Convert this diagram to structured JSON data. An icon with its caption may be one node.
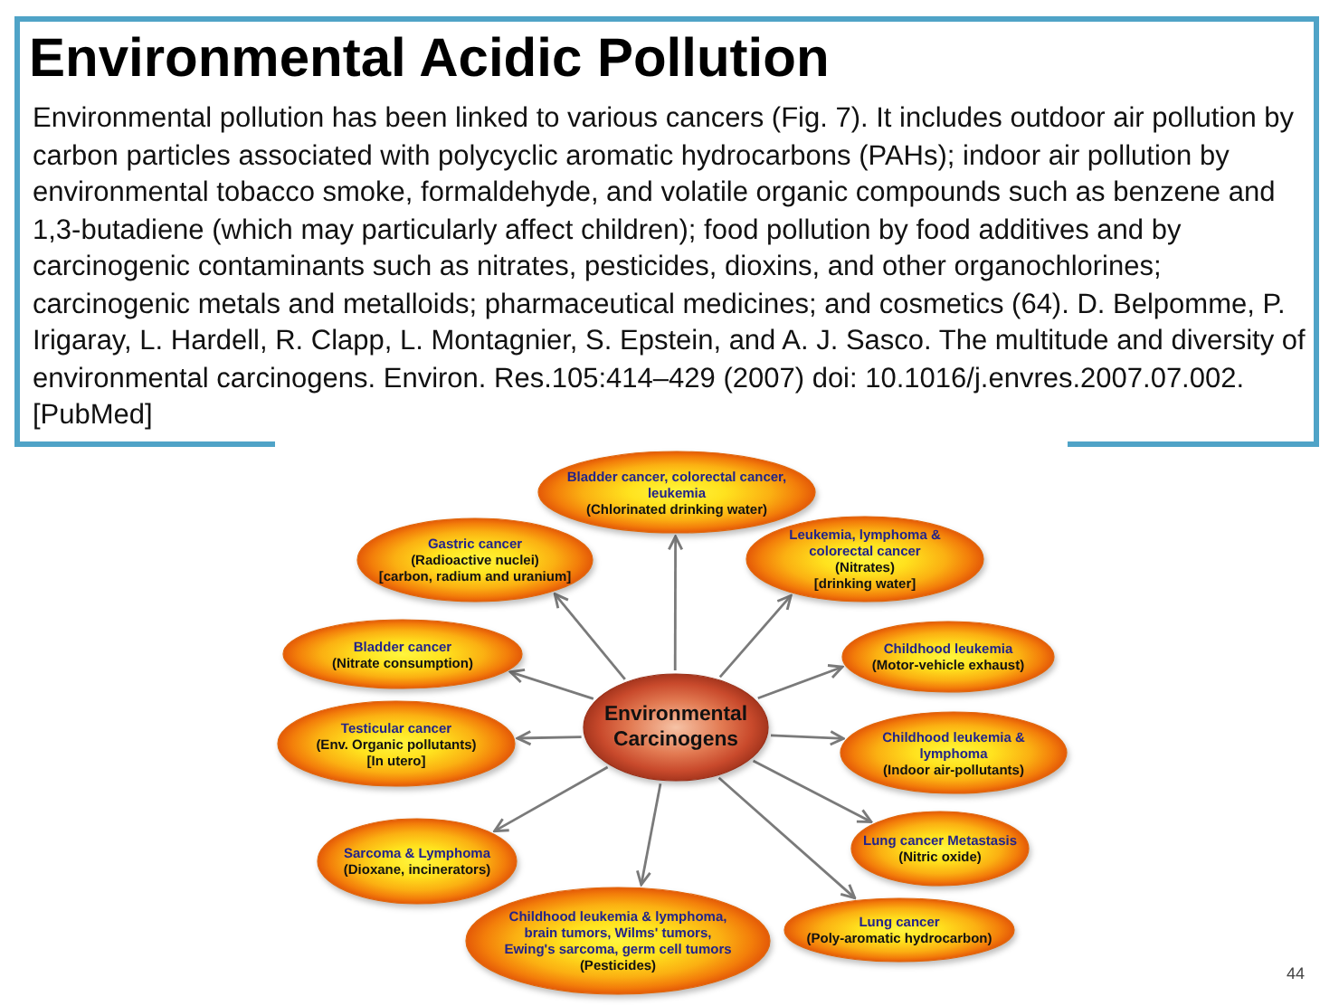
{
  "diagram": {
    "title": "Environmental Acidic Pollution",
    "nodes": [
      {
        "text": [
          "Environmental Carcinogens"
        ]
      },
      {
        "text": [
          "Bladder cancer, colorectal cancer, leukemia",
          "(Chlorinated drinking water)"
        ]
      },
      {
        "text": [
          "Gastric cancer",
          "(Radioactive nuclei)",
          "[carbon, radium and uranium]"
        ]
      },
      {
        "text": [
          "Leukemia, lymphoma & colorectal cancer",
          "(Nitrates)",
          "[drinking water]"
        ]
      },
      {
        "text": [
          "Bladder cancer",
          "(Nitrate consumption)"
        ]
      },
      {
        "text": [
          "Childhood leukemia",
          "(Motor-vehicle exhaust)"
        ]
      },
      {
        "text": [
          "Testicular cancer",
          "(Env. Organic pollutants)",
          "[In utero]"
        ]
      },
      {
        "text": [
          "Childhood leukemia & lymphoma",
          "(Indoor air-pollutants)"
        ]
      },
      {
        "text": [
          "Sarcoma & Lymphoma",
          "(Dioxane, incinerators)"
        ]
      },
      {
        "text": [
          "Lung cancer Metastasis",
          "(Nitric oxide)"
        ]
      },
      {
        "text": [
          "Childhood leukemia & lymphoma, brain tumors, Wilms' tumors, Ewing's sarcoma, germ cell tumors",
          "(Pesticides)"
        ]
      },
      {
        "text": [
          "Lung cancer",
          "(Poly-aromatic hydrocarbon)"
        ]
      }
    ],
    "edges": [
      {
        "from": 0,
        "to": 1,
        "arrow": "to"
      },
      {
        "from": 0,
        "to": 2,
        "arrow": "to"
      },
      {
        "from": 0,
        "to": 3,
        "arrow": "to"
      },
      {
        "from": 0,
        "to": 4,
        "arrow": "to"
      },
      {
        "from": 0,
        "to": 5,
        "arrow": "to"
      },
      {
        "from": 0,
        "to": 6,
        "arrow": "to"
      },
      {
        "from": 0,
        "to": 7,
        "arrow": "to"
      },
      {
        "from": 0,
        "to": 8,
        "arrow": "to"
      },
      {
        "from": 0,
        "to": 9,
        "arrow": "to"
      },
      {
        "from": 0,
        "to": 10,
        "arrow": "to"
      },
      {
        "from": 0,
        "to": 11,
        "arrow": "to"
      }
    ],
    "labels": [
      "Environmental pollution has been linked to various cancers (Fig. 7). It includes outdoor air pollution by carbon particles associated with polycyclic aromatic hydrocarbons (PAHs); indoor air pollution by environmental tobacco smoke, formaldehyde, and volatile organic compounds such as benzene and 1,3-butadiene (which may particularly affect children); food pollution by food additives and by carcinogenic contaminants such as nitrates, pesticides, dioxins, and other organochlorines; carcinogenic metals and metalloids; pharmaceutical medicines; and cosmetics (64). D. Belpomme, P. Irigaray, L. Hardell, R. Clapp, L. Montagnier, S. Epstein, and A. J. Sasco. The multitude and diversity of environmental carcinogens. Environ. Res.105:414–429 (2007) doi: 10.1016/j.envres.2007.07.002. [PubMed]",
      "44"
    ]
  }
}
